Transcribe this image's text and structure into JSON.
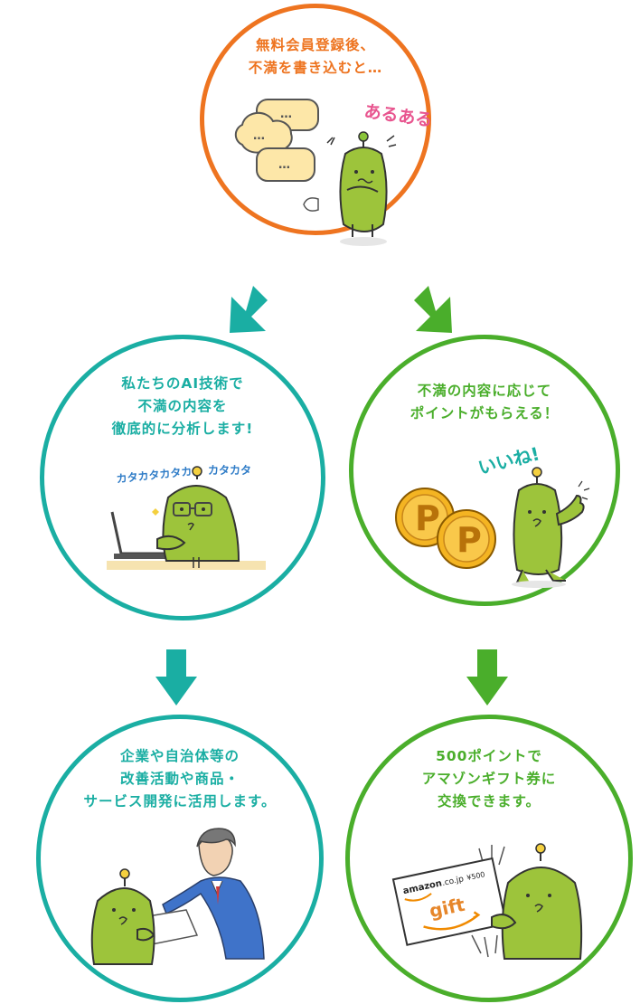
{
  "steps": {
    "signup": {
      "lines": [
        "無料会員登録後、",
        "不満を書き込むと…"
      ],
      "bubble_text": "…",
      "exclaim": "あるある"
    },
    "analysis": {
      "lines": [
        "私たちのAI技術で",
        "不満の内容を",
        "徹底的に分析します!"
      ],
      "sound_1": "カタカタカタカ",
      "sound_2": "カタカタ"
    },
    "points": {
      "lines": [
        "不満の内容に応じて",
        "ポイントがもらえる！"
      ],
      "exclaim": "いいね!",
      "coin_letter": "P"
    },
    "usage": {
      "lines": [
        "企業や自治体等の",
        "改善活動や商品・",
        "サービス開発に活用します。"
      ]
    },
    "reward": {
      "lines": [
        "500ポイントで",
        "アマゾンギフト券に",
        "交換できます。"
      ],
      "card_brand": "amazon",
      "card_domain": ".co.jp",
      "card_value": "¥500",
      "card_gift": "gift"
    }
  },
  "colors": {
    "orange": "#ee7420",
    "teal": "#1aaea3",
    "green": "#4aae2b",
    "mascot": "#9dc43b"
  }
}
